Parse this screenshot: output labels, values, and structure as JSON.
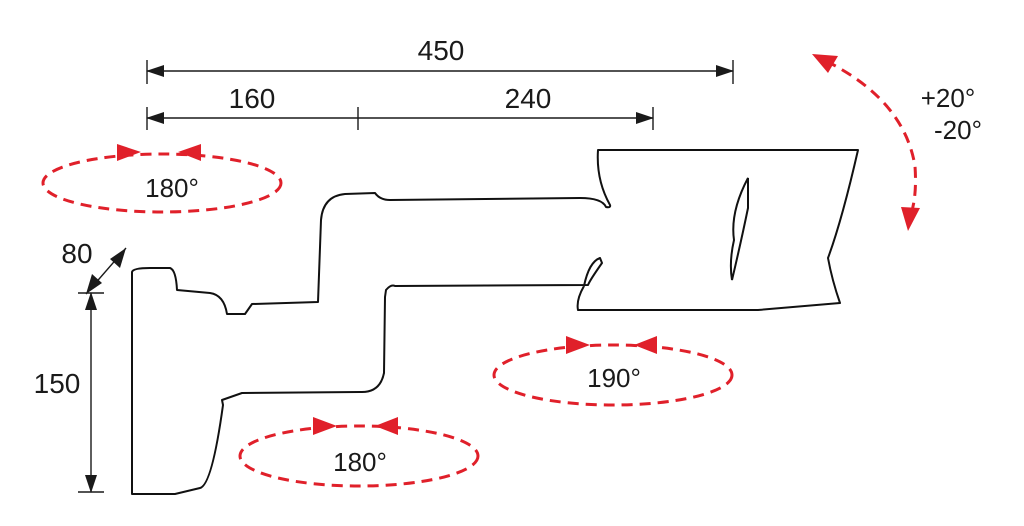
{
  "dimensions": {
    "overall_length": "450",
    "first_arm": "160",
    "second_arm": "240",
    "mount_depth": "80",
    "mount_height": "150"
  },
  "rotations": {
    "upper_joint": "180°",
    "lower_joint": "180°",
    "camera_joint": "190°",
    "tilt_up": "+20°",
    "tilt_down": "-20°"
  },
  "colors": {
    "rotation_indicator": "#e0202a",
    "outline": "#111111"
  },
  "icons": {
    "rotation": "rotation-arrow-icon",
    "dimension": "dimension-arrow-icon"
  }
}
